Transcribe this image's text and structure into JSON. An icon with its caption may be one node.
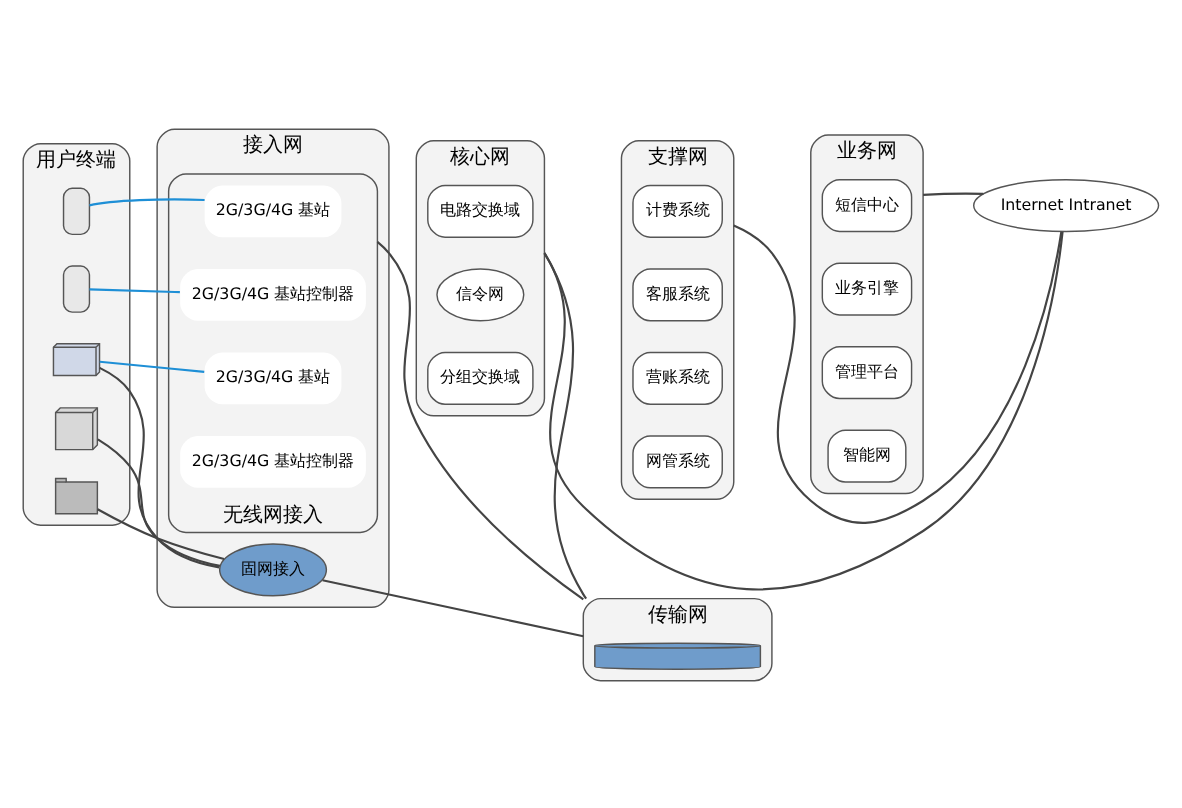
{
  "diagram": {
    "nodes": [
      {
        "text": [
          "用户终端"
        ]
      },
      {
        "text": [],
        "shape": "phone",
        "in": 0
      },
      {
        "text": [],
        "shape": "phone",
        "in": 0
      },
      {
        "text": [],
        "shape": "laptop",
        "in": 0
      },
      {
        "text": [],
        "shape": "computer",
        "in": 0
      },
      {
        "text": [],
        "shape": "telephone",
        "in": 0
      },
      {
        "text": [
          "接入网"
        ]
      },
      {
        "text": [
          "无线网接入"
        ],
        "in": 6
      },
      {
        "text": [
          "2G/3G/4G 基站"
        ],
        "in": 7
      },
      {
        "text": [
          "2G/3G/4G 基站控制器"
        ],
        "in": 7
      },
      {
        "text": [
          "2G/3G/4G 基站"
        ],
        "in": 7
      },
      {
        "text": [
          "2G/3G/4G 基站控制器"
        ],
        "in": 7
      },
      {
        "text": [
          "固网接入"
        ],
        "in": 6
      },
      {
        "text": [
          "核心网"
        ]
      },
      {
        "text": [
          "电路交换域"
        ],
        "in": 13
      },
      {
        "text": [
          "信令网"
        ],
        "in": 13
      },
      {
        "text": [
          "分组交换域"
        ],
        "in": 13
      },
      {
        "text": [
          "支撑网"
        ]
      },
      {
        "text": [
          "计费系统"
        ],
        "in": 17
      },
      {
        "text": [
          "客服系统"
        ],
        "in": 17
      },
      {
        "text": [
          "营账系统"
        ],
        "in": 17
      },
      {
        "text": [
          "网管系统"
        ],
        "in": 17
      },
      {
        "text": [
          "业务网"
        ]
      },
      {
        "text": [
          "短信中心"
        ],
        "in": 22
      },
      {
        "text": [
          "业务引擎"
        ],
        "in": 22
      },
      {
        "text": [
          "管理平台"
        ],
        "in": 22
      },
      {
        "text": [
          "智能网"
        ],
        "in": 22
      },
      {
        "text": [
          "传输网"
        ]
      },
      {
        "text": [],
        "shape": "cylinder",
        "in": 27
      },
      {
        "text": [
          "Internet Intranet"
        ]
      }
    ],
    "edges": [
      {
        "from": 1,
        "to": 8,
        "arrow": "none",
        "color": "#1e8fd6"
      },
      {
        "from": 2,
        "to": 9,
        "arrow": "none",
        "color": "#1e8fd6"
      },
      {
        "from": 3,
        "to": 10,
        "arrow": "none",
        "color": "#1e8fd6"
      },
      {
        "from": 3,
        "to": 12,
        "arrow": "none"
      },
      {
        "from": 4,
        "to": 12,
        "arrow": "none"
      },
      {
        "from": 5,
        "to": 12,
        "arrow": "none"
      },
      {
        "from": 7,
        "to": 27,
        "arrow": "none"
      },
      {
        "from": 12,
        "to": 27,
        "arrow": "none"
      },
      {
        "from": 13,
        "to": 27,
        "arrow": "none"
      },
      {
        "from": 13,
        "to": 29,
        "arrow": "none"
      },
      {
        "from": 17,
        "to": 29,
        "arrow": "none"
      },
      {
        "from": 22,
        "to": 29,
        "arrow": "none"
      }
    ]
  }
}
